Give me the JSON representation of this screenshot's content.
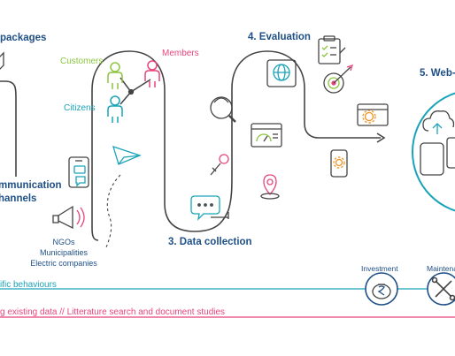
{
  "stages": {
    "packages": "packages",
    "communication": "mmunication\nhannels",
    "data_collection": "3. Data collection",
    "evaluation": "4. Evaluation",
    "web": "5. Web-"
  },
  "actors": {
    "customers": "Customers",
    "members": "Members",
    "citizens": "Citizens"
  },
  "stakeholders": [
    "NGOs",
    "Municipalities",
    "Electric companies"
  ],
  "bars": {
    "behaviours": "ific behaviours",
    "existing_data": "g existing data // Litterature search and document studies"
  },
  "small_labels": {
    "investment": "Investment",
    "maintenance": "Maintenan"
  },
  "colors": {
    "navy": "#1e4f86",
    "teal": "#1aa3b8",
    "green": "#8cc63f",
    "pink": "#e8457c",
    "orange": "#f39220",
    "path": "#444444"
  },
  "icons": [
    "package-icon",
    "smartphone-chat-icon",
    "megaphone-icon",
    "people-network-icon",
    "paper-plane-icon",
    "user-search-icon",
    "microphone-icon",
    "chat-bubble-icon",
    "globe-screen-icon",
    "browser-analytics-icon",
    "location-pin-icon",
    "clipboard-checklist-icon",
    "target-arrow-icon",
    "browser-gear-icon",
    "phone-gear-icon",
    "cloud-upload-icon",
    "mobile-device-icon",
    "piggy-bank-icon",
    "tools-icon"
  ]
}
